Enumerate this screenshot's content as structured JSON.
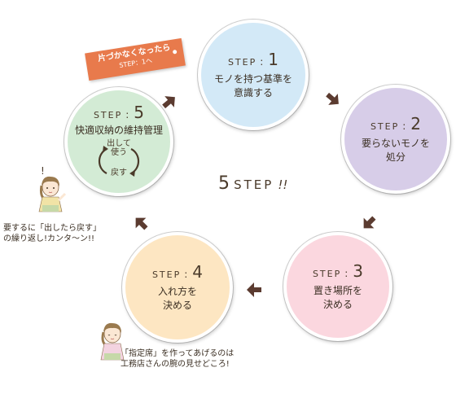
{
  "steps": [
    {
      "word": "STEP",
      "colon": ":",
      "num": "1",
      "text": "モノを持つ基準を\n意識する",
      "color": "#d3e9f7"
    },
    {
      "word": "STEP",
      "colon": ":",
      "num": "2",
      "text": "要らないモノを\n処分",
      "color": "#d7cde8"
    },
    {
      "word": "STEP",
      "colon": ":",
      "num": "3",
      "text": "置き場所を\n決める",
      "color": "#fbd7df"
    },
    {
      "word": "STEP",
      "colon": ":",
      "num": "4",
      "text": "入れ方を\n決める",
      "color": "#fde6c2"
    },
    {
      "word": "STEP",
      "colon": ":",
      "num": "5",
      "text": "快適収納の維持管理",
      "color": "#d3ebd5"
    }
  ],
  "cycle": {
    "line1": "出して",
    "line2": "使う",
    "line3": "戻す"
  },
  "title": {
    "number": "5",
    "word": "STEP",
    "exclaim": "!!"
  },
  "tag": {
    "line1": "片づかなくなったら",
    "line2": "STEP：1へ",
    "color": "#e87a4c"
  },
  "notes": {
    "note1": "要するに「出したら戻す」\nの繰り返し!カンタ〜ン!!",
    "note2": "「指定席」を作ってあげるのは\n工務店さんの腕の見せどころ!"
  },
  "exclamation_mark": "!",
  "colors": {
    "arrow": "#5b3b30",
    "text": "#4a3a2a"
  }
}
